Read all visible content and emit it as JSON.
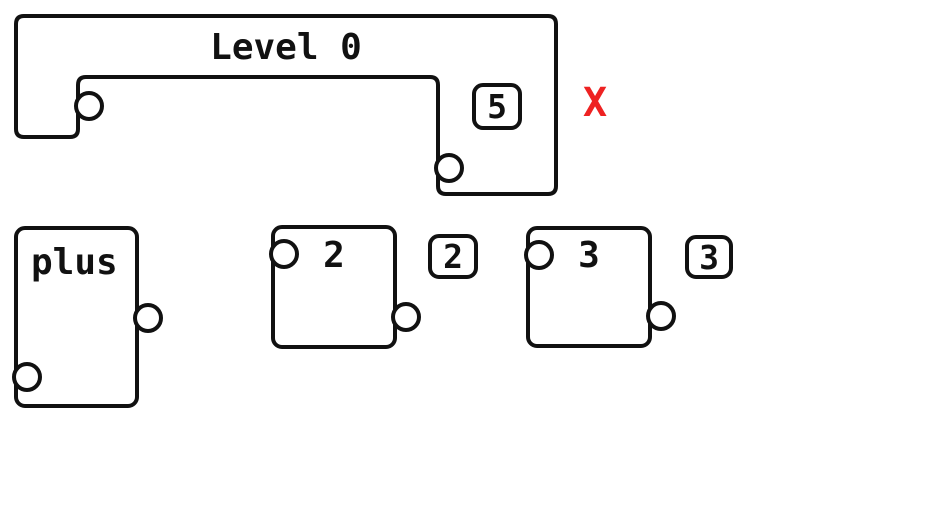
{
  "colors": {
    "background": "#ffffff",
    "outline": "#111111",
    "error": "#ee2222"
  },
  "level_block": {
    "label": "Level 0",
    "value_badge": "5",
    "error_marker": "X"
  },
  "pieces": [
    {
      "label": "plus"
    },
    {
      "label": "2",
      "badge": "2"
    },
    {
      "label": "3",
      "badge": "3"
    }
  ]
}
